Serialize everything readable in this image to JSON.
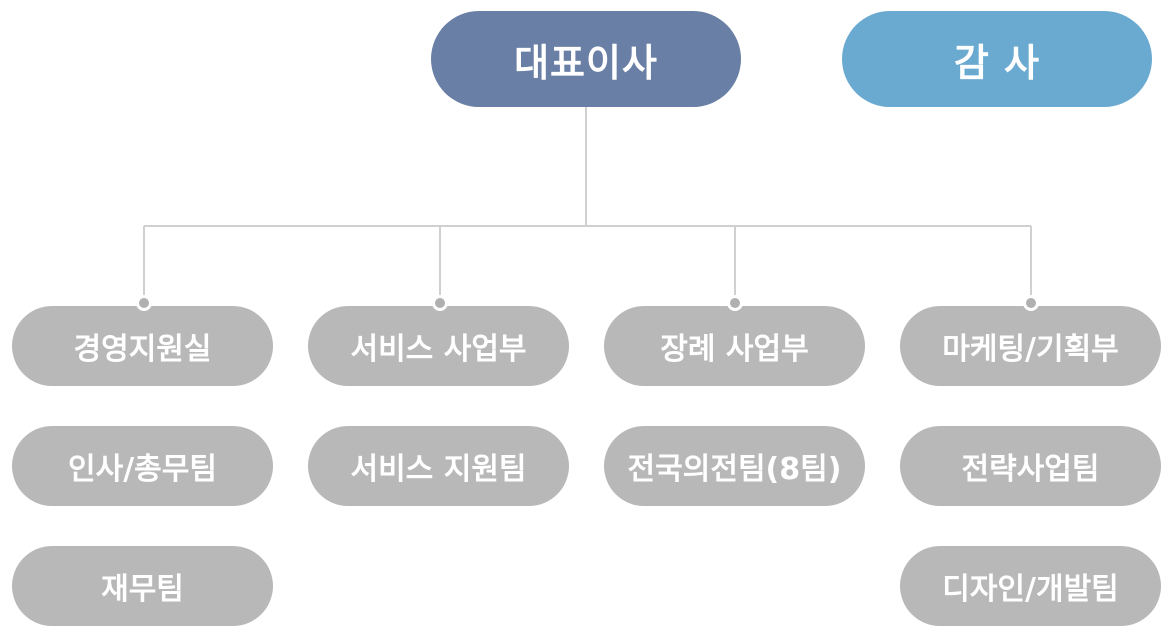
{
  "top": {
    "ceo": "대표이사",
    "auditor": "감 사"
  },
  "departments": [
    {
      "name": "경영지원실",
      "teams": [
        "인사/총무팀",
        "재무팀"
      ]
    },
    {
      "name": "서비스 사업부",
      "teams": [
        "서비스 지원팀"
      ]
    },
    {
      "name": "장례 사업부",
      "teams": [
        "전국의전팀(8팀)"
      ]
    },
    {
      "name": "마케팅/기획부",
      "teams": [
        "전략사업팀",
        "디자인/개발팀"
      ]
    }
  ],
  "colors": {
    "ceo": "#6a7fa5",
    "auditor": "#6aaad0",
    "department": "#b8b8b8",
    "connector": "#d0d0d0"
  }
}
